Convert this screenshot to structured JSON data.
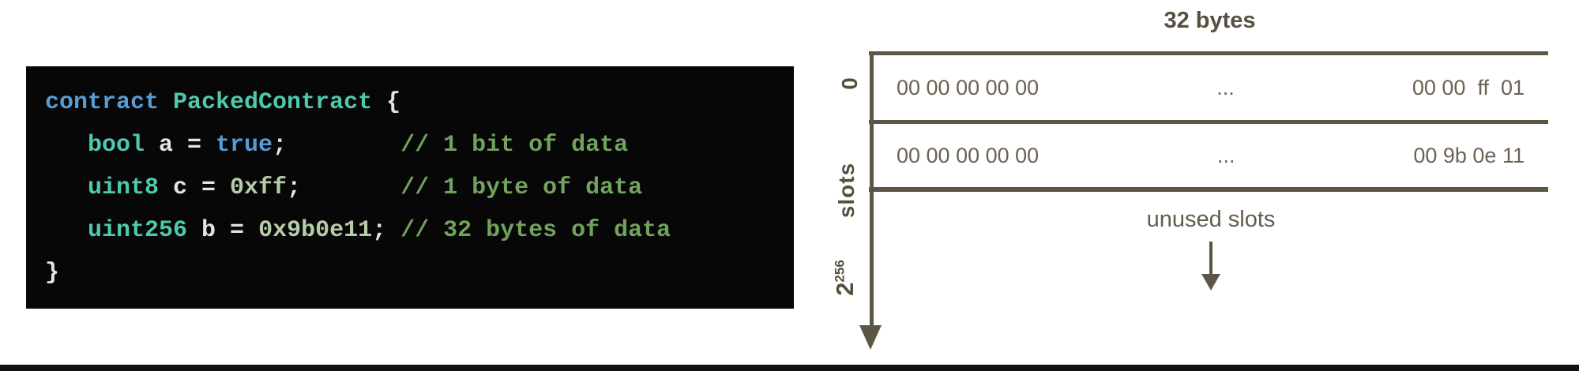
{
  "palette": {
    "code_background": "#070707",
    "code_keyword": "#569cd6",
    "code_type": "#4ec9b0",
    "code_plain": "#e4e4e4",
    "code_number": "#b5cea8",
    "code_comment": "#72a35d",
    "diagram_olive": "#5e5645",
    "diagram_text": "#6b6252",
    "bottom_bar": "#101010"
  },
  "code_block": {
    "lines": [
      {
        "tokens": [
          {
            "t": "contract ",
            "c": "keyword"
          },
          {
            "t": "PackedContract ",
            "c": "type"
          },
          {
            "t": "{",
            "c": "plain"
          }
        ]
      },
      {
        "tokens": [
          {
            "t": "   bool ",
            "c": "type"
          },
          {
            "t": "a = ",
            "c": "plain"
          },
          {
            "t": "true",
            "c": "keyword"
          },
          {
            "t": ";        ",
            "c": "plain"
          },
          {
            "t": "// 1 bit of data",
            "c": "comment"
          }
        ]
      },
      {
        "tokens": [
          {
            "t": "   uint8 ",
            "c": "type"
          },
          {
            "t": "c = ",
            "c": "plain"
          },
          {
            "t": "0xff",
            "c": "number"
          },
          {
            "t": ";       ",
            "c": "plain"
          },
          {
            "t": "// 1 byte of data",
            "c": "comment"
          }
        ]
      },
      {
        "tokens": [
          {
            "t": "   uint256 ",
            "c": "type"
          },
          {
            "t": "b = ",
            "c": "plain"
          },
          {
            "t": "0x9b0e11",
            "c": "number"
          },
          {
            "t": "; ",
            "c": "plain"
          },
          {
            "t": "// 32 bytes of data",
            "c": "comment"
          }
        ]
      },
      {
        "tokens": [
          {
            "t": "}",
            "c": "plain"
          }
        ]
      }
    ]
  },
  "diagram": {
    "title": "32 bytes",
    "axis": {
      "slot0_label": "0",
      "slots_label": "slots",
      "capacity_base": "2",
      "capacity_exp": "256"
    },
    "rows": [
      {
        "left": "00 00 00 00 00",
        "mid": "...",
        "right": "00 00  ff  01"
      },
      {
        "left": "00 00 00 00 00",
        "mid": "...",
        "right": "00 9b 0e 11"
      }
    ],
    "annotation": "unused slots"
  }
}
